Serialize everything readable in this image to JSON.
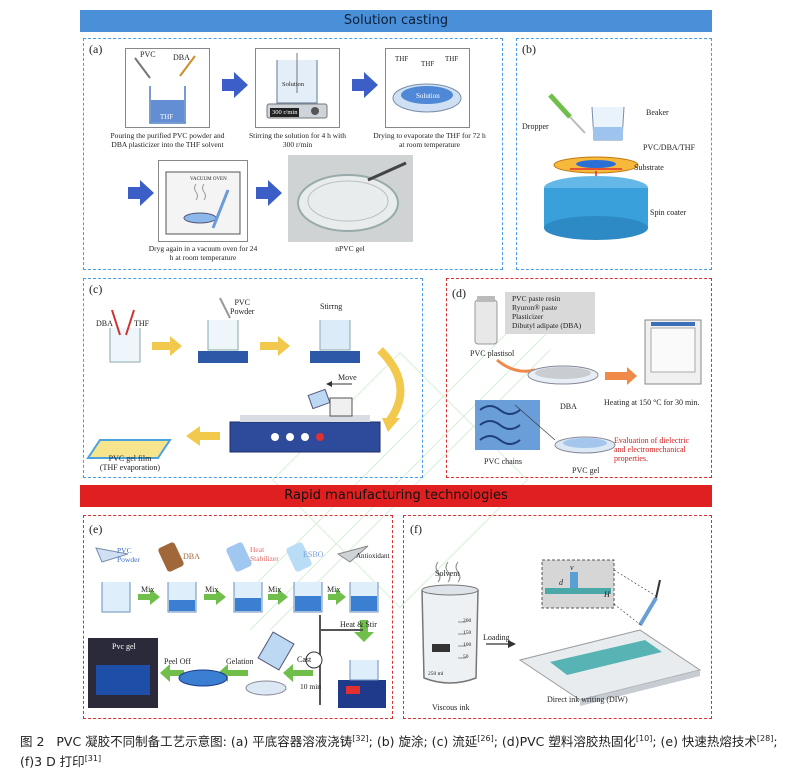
{
  "banners": {
    "top": "Solution casting",
    "bottom": "Rapid manufacturing technologies"
  },
  "panel_a": {
    "label": "(a)",
    "pvc": "PVC",
    "dba": "DBA",
    "thf": "THF",
    "thf_a": "THF",
    "thf_b": "THF",
    "thf_c": "THF",
    "solution": "Solution",
    "solution2": "Solution",
    "speed": "300 r/min",
    "oven": "VACUUM OVEN",
    "step1": "Pouring the purified PVC powder and DBA plasticizer into the THF solvent",
    "step2": "Stirring the solution for 4 h with 300 r/min",
    "step3": "Drying to evaporate the THF for 72 h at room temperature",
    "step4": "Dryg again in a vacuum oven for 24 h at room temperature",
    "step5": "nPVC gel"
  },
  "panel_b": {
    "label": "(b)",
    "dropper": "Dropper",
    "beaker": "Beaker",
    "mix": "PVC/DBA/THF",
    "substrate": "Substrate",
    "coater": "Spin coater"
  },
  "panel_c": {
    "label": "(c)",
    "dba": "DBA",
    "thf": "THF",
    "powder": "PVC\nPowder",
    "stirring": "Stirrng",
    "move": "Move",
    "film": "PVC gel film\n(THF evaporation)"
  },
  "panel_d": {
    "label": "(d)",
    "ingredients": "PVC paste resin\nRyuron® paste\nPlasticizer\nDibutyl adipate (DBA)",
    "plastisol": "PVC plastisol",
    "heating": "Heating at 150 °C for 30 min.",
    "dba": "DBA",
    "chains": "PVC chains",
    "gel": "PVC gel",
    "evaluation": "Evaluation of dielectric\nand electromechanical\nproperties."
  },
  "panel_e": {
    "label": "(e)",
    "pvc": "PVC\nPowder",
    "dba": "DBA",
    "heat": "Heat\nStabilizer",
    "esbo": "ESBO",
    "antiox": "Antioxidant",
    "mix": "Mix",
    "heat_stir": "Heat & Stir",
    "cast": "Cast",
    "time": "10 min",
    "gelation": "Gelation",
    "peel": "Peel Off",
    "gel": "Pvc gel"
  },
  "panel_f": {
    "label": "(f)",
    "solvent": "Solvent",
    "loading": "Loading",
    "ink": "Viscous ink",
    "diw": "Direct ink writing (DIW)",
    "v": "v",
    "d": "d",
    "h": "H",
    "ticks": [
      "200",
      "150",
      "100",
      "50"
    ],
    "beaker_ml": "250 ml"
  },
  "caption": {
    "fig": "图 2",
    "text": "PVC 凝胶不同制备工艺示意图: (a) 平底容器溶液浇铸",
    "r1": "[32]",
    "t2": "; (b) 旋涂; (c) 流延",
    "r2": "[26]",
    "t3": "; (d)PVC 塑料溶胶热固化",
    "r3": "[10]",
    "t4": "; (e) 快速热熔技术",
    "r4": "[28]",
    "t5": "; (f)3 D 打印",
    "r5": "[31]"
  },
  "colors": {
    "blue_banner": "#4a90d9",
    "red_banner": "#e02020",
    "blue_dash": "#4a9be8",
    "red_dash": "#d93030",
    "arrow_blue": "#3b5fc7",
    "arrow_yellow": "#f2c94c",
    "arrow_green": "#6fbf4a",
    "arrow_orange": "#f08a4b"
  }
}
